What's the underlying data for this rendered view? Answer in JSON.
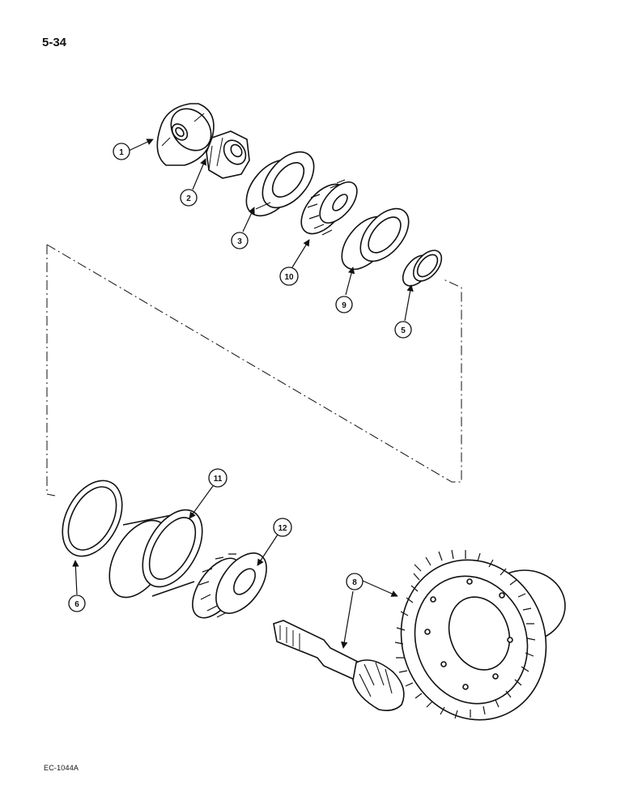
{
  "page_number": "5-34",
  "figure_code": "EC-1044A",
  "callouts": {
    "c1": "1",
    "c2": "2",
    "c3": "3",
    "c10": "10",
    "c9": "9",
    "c5": "5",
    "c11": "11",
    "c12": "12",
    "c6": "6",
    "c8": "8"
  },
  "colors": {
    "ink": "#111111",
    "paper": "#ffffff"
  }
}
